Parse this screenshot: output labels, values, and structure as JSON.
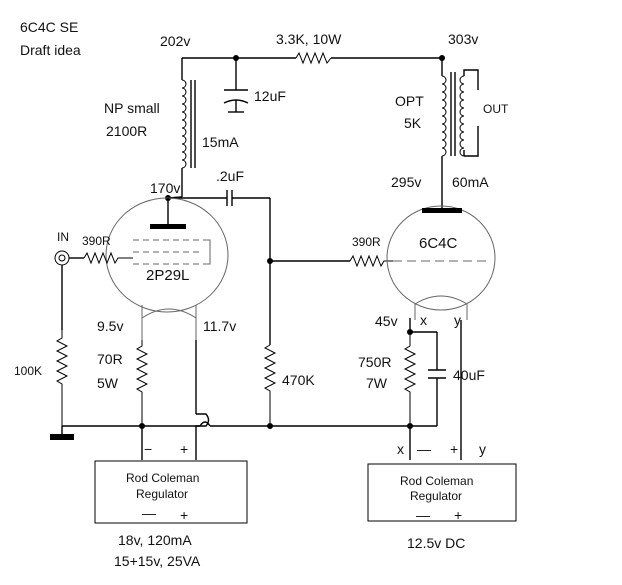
{
  "header": {
    "title": "6C4C SE",
    "subtitle": "Draft idea"
  },
  "nodes": {
    "b_plus_left": "202v",
    "b_plus_right": "303v",
    "driver_plate": "170v",
    "output_plate": "295v",
    "driver_cathode": "9.5v",
    "driver_heater": "11.7v",
    "output_cathode": "45v"
  },
  "components": {
    "dropping_resistor": "3.3K, 10W",
    "filter_cap": "12uF",
    "choke_name": "NP small",
    "choke_resistance": "2100R",
    "driver_current": "15mA",
    "coupling_cap": ".2uF",
    "opt_name": "OPT",
    "opt_impedance": "5K",
    "opt_out": "OUT",
    "output_current": "60mA",
    "input_label": "IN",
    "grid_stopper_driver": "390R",
    "grid_stopper_output": "390R",
    "driver_tube": "2P29L",
    "output_tube": "6C4C",
    "grid_leak_input": "100K",
    "heater_resistor_value": "70R",
    "heater_resistor_power": "5W",
    "grid_leak_output": "470K",
    "cathode_resistor_value": "750R",
    "cathode_resistor_power": "7W",
    "cathode_bypass": "40uF",
    "filament_x": "x",
    "filament_y": "y"
  },
  "regulators": {
    "left": {
      "name_line1": "Rod Coleman",
      "name_line2": "Regulator",
      "top_minus": "−",
      "top_plus": "+",
      "bottom_minus": "—",
      "bottom_plus": "+",
      "supply_line1": "18v, 120mA",
      "supply_line2": "15+15v, 25VA"
    },
    "right": {
      "name_line1": "Rod Coleman",
      "name_line2": "Regulator",
      "top_x": "x",
      "top_minus": "—",
      "top_plus": "+",
      "top_y": "y",
      "bottom_minus": "—",
      "bottom_plus": "+",
      "supply": "12.5v DC"
    }
  }
}
